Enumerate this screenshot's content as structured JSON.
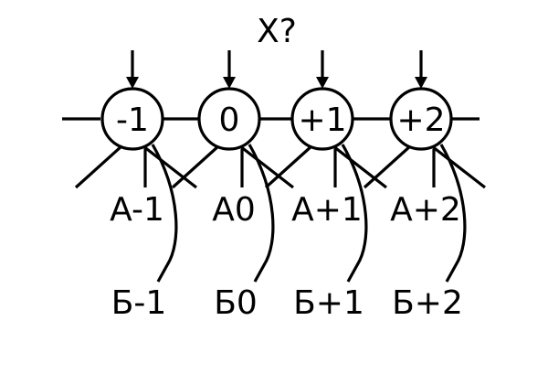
{
  "title": "X?",
  "nodes": [
    {
      "label": "-1",
      "a_label": "A-1",
      "b_label": "Б-1"
    },
    {
      "label": "0",
      "a_label": "A0",
      "b_label": "Б0"
    },
    {
      "label": "+1",
      "a_label": "A+1",
      "b_label": "Б+1"
    },
    {
      "label": "+2",
      "a_label": "A+2",
      "b_label": "Б+2"
    }
  ]
}
